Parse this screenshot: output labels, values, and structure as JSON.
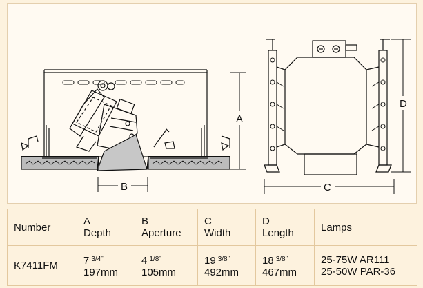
{
  "diagram": {
    "dimension_labels": {
      "a": "A",
      "b": "B",
      "c": "C",
      "d": "D"
    }
  },
  "table": {
    "headers": [
      {
        "letter": "",
        "label": "Number"
      },
      {
        "letter": "A",
        "label": "Depth"
      },
      {
        "letter": "B",
        "label": "Aperture"
      },
      {
        "letter": "C",
        "label": "Width"
      },
      {
        "letter": "D",
        "label": "Length"
      },
      {
        "letter": "",
        "label": "Lamps"
      }
    ],
    "row": {
      "number": "K7411FM",
      "depth": {
        "whole": "7",
        "num": "3",
        "den": "4",
        "mm": "197mm"
      },
      "aperture": {
        "whole": "4",
        "num": "1",
        "den": "8",
        "mm": "105mm"
      },
      "width": {
        "whole": "19",
        "num": "3",
        "den": "8",
        "mm": "492mm"
      },
      "length": {
        "whole": "18",
        "num": "3",
        "den": "8",
        "mm": "467mm"
      },
      "lamps": [
        "25-75W AR111",
        "25-50W PAR-36"
      ]
    }
  }
}
